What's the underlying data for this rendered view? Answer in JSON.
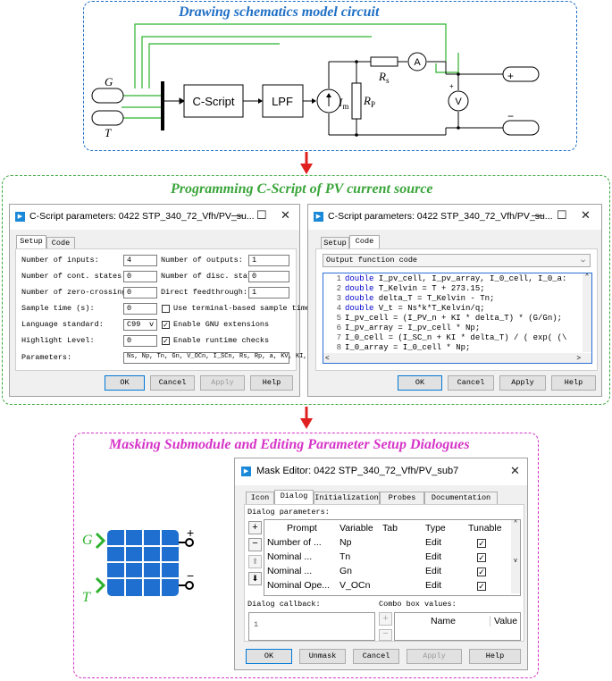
{
  "sections": {
    "s1_title": "Drawing schematics model circuit",
    "s2_title": "Programming C-Script of PV current source",
    "s3_title": "Masking Submodule and Editing Parameter Setup Dialogues"
  },
  "colors": {
    "blue_box": "#1f6fc5",
    "green_box": "#3aa53a",
    "magenta_box": "#d633c8",
    "arrow": "#e02020",
    "wire_green": "#2db22d"
  },
  "circuit": {
    "label_G": "G",
    "label_T": "T",
    "cscript": "C-Script",
    "lpf": "LPF",
    "im": "I",
    "im_sub": "m",
    "rs": "R",
    "rs_sub": "s",
    "rp": "R",
    "rp_sub": "P",
    "ammeter": "A",
    "voltmeter": "V",
    "plus": "+",
    "minus": "−"
  },
  "dialog_left": {
    "title": "C-Script parameters: 0422 STP_340_72_Vfh/PV_su...",
    "tabs": [
      "Setup",
      "Code"
    ],
    "fields": {
      "n_inputs_label": "Number of inputs:",
      "n_inputs": "4",
      "n_outputs_label": "Number of outputs:",
      "n_outputs": "1",
      "n_cont_label": "Number of cont. states:",
      "n_cont": "0",
      "n_disc_label": "Number of disc. states:",
      "n_disc": "0",
      "n_zero_label": "Number of zero-crossings:",
      "n_zero": "0",
      "direct_label": "Direct feedthrough:",
      "direct": "1",
      "sample_label": "Sample time (s):",
      "sample": "0",
      "terminal_label": "Use terminal-based sample times",
      "lang_label": "Language standard:",
      "lang": "C99",
      "gnu_label": "Enable GNU extensions",
      "highlight_label": "Highlight Level:",
      "highlight": "0",
      "runtime_label": "Enable runtime checks",
      "params_label": "Parameters:",
      "params": "Ns, Np, Tn, Gn, V_OCn, I_SCn, Rs, Rp, a, KV, KI, k, q"
    },
    "buttons": [
      "OK",
      "Cancel",
      "Apply",
      "Help"
    ]
  },
  "dialog_right": {
    "title": "C-Script parameters: 0422 STP_340_72_Vfh/PV_su...",
    "tabs": [
      "Setup",
      "Code"
    ],
    "dropdown": "Output function code",
    "code": [
      {
        "n": "1",
        "kw": "double",
        "rest": " I_pv_cell, I_pv_array, I_0_cell, I_0_a:"
      },
      {
        "n": "2",
        "kw": "double",
        "rest": " T_Kelvin = T + 273.15;"
      },
      {
        "n": "3",
        "kw": "double",
        "rest": " delta_T = T_Kelvin - Tn;"
      },
      {
        "n": "4",
        "kw": "double",
        "rest": " V_t = Ns*k*T_Kelvin/q;"
      },
      {
        "n": "5",
        "kw": "",
        "rest": "I_pv_cell = (I_PV_n + KI * delta_T) * (G/Gn);"
      },
      {
        "n": "6",
        "kw": "",
        "rest": "I_pv_array = I_pv_cell * Np;"
      },
      {
        "n": "7",
        "kw": "",
        "rest": "I_0_cell = (I_SC_n + KI * delta_T) / ( exp( (\\"
      },
      {
        "n": "8",
        "kw": "",
        "rest": "I_0_array = I_0_cell * Np;"
      }
    ],
    "buttons": [
      "OK",
      "Cancel",
      "Apply",
      "Help"
    ]
  },
  "mask_editor": {
    "title": "Mask Editor: 0422 STP_340_72_Vfh/PV_sub7",
    "tabs": [
      "Icon",
      "Dialog",
      "Initialization",
      "Probes",
      "Documentation"
    ],
    "dialog_params_label": "Dialog parameters:",
    "columns": [
      "Prompt",
      "Variable",
      "Tab",
      "Type",
      "Tunable"
    ],
    "rows": [
      {
        "prompt": "Number of ...",
        "variable": "Np",
        "type": "Edit"
      },
      {
        "prompt": "Nominal ...",
        "variable": "Tn",
        "type": "Edit"
      },
      {
        "prompt": "Nominal ...",
        "variable": "Gn",
        "type": "Edit"
      },
      {
        "prompt": "Nominal Ope...",
        "variable": "V_OCn",
        "type": "Edit"
      }
    ],
    "callback_label": "Dialog callback:",
    "callback_line": "1",
    "combo_label": "Combo box values:",
    "combo_columns": [
      "Name",
      "Value"
    ],
    "buttons": [
      "OK",
      "Unmask",
      "Cancel",
      "Apply",
      "Help"
    ]
  },
  "pv_icon": {
    "label_G": "G",
    "label_T": "T",
    "plus": "+",
    "minus": "−"
  }
}
